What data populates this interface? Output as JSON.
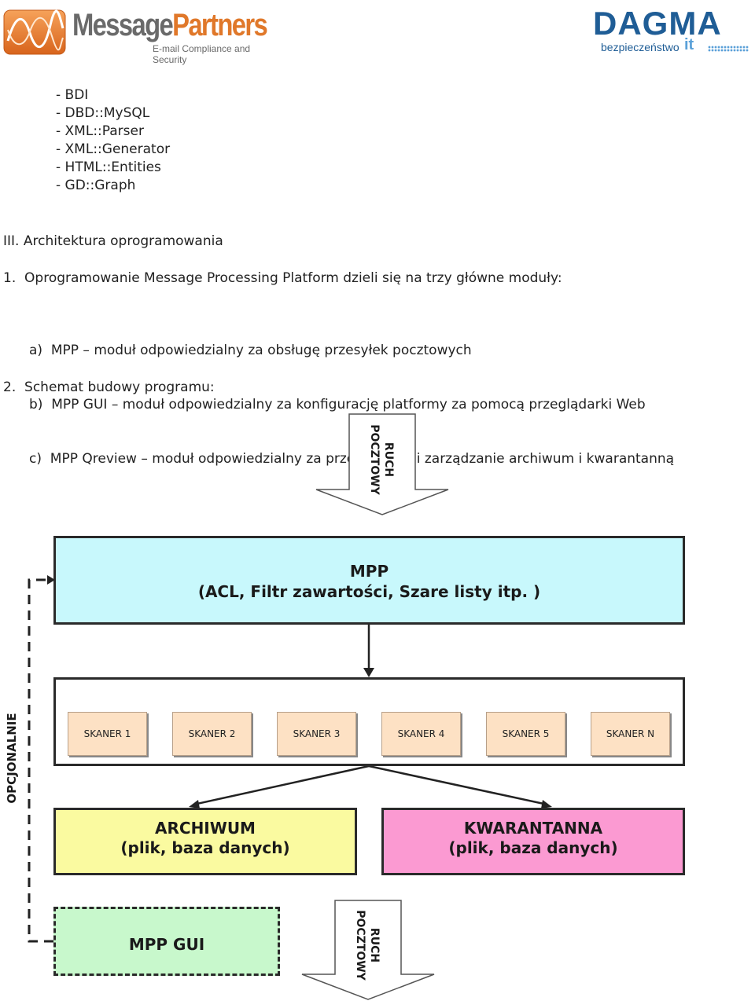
{
  "header": {
    "mp_logo_word1": "Message",
    "mp_logo_word2": "Partners",
    "mp_logo_tagline": "E-mail Compliance and Security",
    "dagma_logo_word": "DAGMA",
    "dagma_logo_sub": "bezpieczeństwo",
    "dagma_logo_it": "it"
  },
  "modules_list": [
    "- BDI",
    "- DBD::MySQL",
    "- XML::Parser",
    "- XML::Generator",
    "- HTML::Entities",
    "- GD::Graph"
  ],
  "section_heading": "III. Architektura oprogramowania",
  "item1": "1.  Oprogramowanie Message Processing Platform dzieli się na trzy główne moduły:",
  "sub_items": [
    "a)  MPP – moduł odpowiedzialny za obsługę przesyłek pocztowych",
    "b)  MPP GUI – moduł odpowiedzialny za konfigurację platformy za pomocą przeglądarki Web",
    "c)  MPP Qreview – moduł odpowiedzialny za przeglądanie i zarządzanie archiwum i kwarantanną"
  ],
  "item2": "2.  Schemat budowy programu:",
  "diagram": {
    "top_arrow": [
      "RUCH",
      "POCZTOWY"
    ],
    "mpp_title": "MPP",
    "mpp_subtitle": "(ACL, Filtr zawartości, Szare listy itp. )",
    "scanners": [
      "SKANER 1",
      "SKANER 2",
      "SKANER 3",
      "SKANER 4",
      "SKANER 5",
      "SKANER N"
    ],
    "archive_title": "ARCHIWUM",
    "archive_subtitle": "(plik, baza danych)",
    "quarantine_title": "KWARANTANNA",
    "quarantine_subtitle": "(plik, baza danych)",
    "optional_label": "OPCJONALNIE",
    "gui_label": "MPP GUI",
    "bottom_arrow": [
      "RUCH",
      "POCZTOWY"
    ]
  },
  "colors": {
    "mpp_box": "#c8f8fc",
    "scanner_box": "#fde1c4",
    "archive_box": "#fafaa0",
    "quarantine_box": "#fb9ad2",
    "gui_box": "#c8f8cc",
    "mp_orange": "#e0782a",
    "dagma_blue": "#1f5d96"
  }
}
